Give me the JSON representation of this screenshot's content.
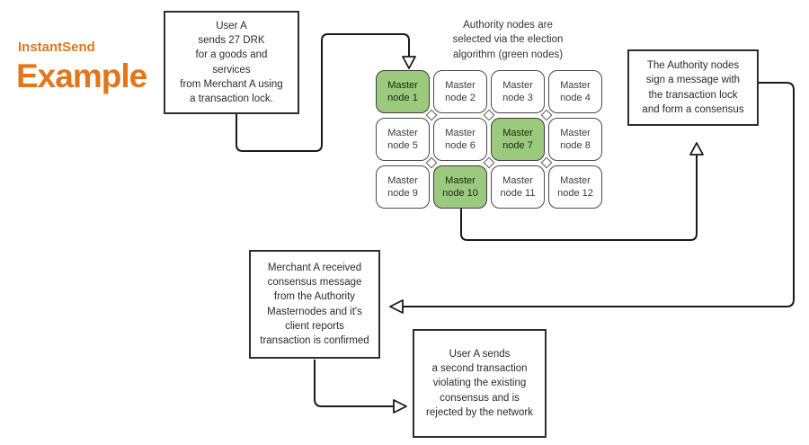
{
  "colors": {
    "accent_orange": "#e2761b",
    "node_selected_green": "#9bca7e",
    "line_black": "#1a1a1a"
  },
  "header": {
    "brand": "InstantSend",
    "title": "Example"
  },
  "caption": "Authority nodes are\nselected via the election\nalgorithm (green nodes)",
  "boxes": {
    "user_transaction": "User A\nsends 27 DRK\nfor a goods and\nservices\nfrom Merchant A using\na transaction lock.",
    "authority_sign": "The Authority nodes\nsign a message with\nthe transaction lock\nand form a consensus",
    "merchant_confirm": "Merchant A received\nconsensus message\nfrom the Authority\nMasternodes and it's\nclient reports\ntransaction is confirmed",
    "second_transaction": "User A sends\na second transaction\nviolating the existing\nconsensus and is\nrejected by the network"
  },
  "grid": {
    "nodes": [
      {
        "label": "Master\nnode 1",
        "selected": true
      },
      {
        "label": "Master\nnode 2",
        "selected": false
      },
      {
        "label": "Master\nnode 3",
        "selected": false
      },
      {
        "label": "Master\nnode 4",
        "selected": false
      },
      {
        "label": "Master\nnode 5",
        "selected": false
      },
      {
        "label": "Master\nnode 6",
        "selected": false
      },
      {
        "label": "Master\nnode 7",
        "selected": true
      },
      {
        "label": "Master\nnode 8",
        "selected": false
      },
      {
        "label": "Master\nnode 9",
        "selected": false
      },
      {
        "label": "Master\nnode 10",
        "selected": true
      },
      {
        "label": "Master\nnode 11",
        "selected": false
      },
      {
        "label": "Master\nnode 12",
        "selected": false
      }
    ]
  }
}
